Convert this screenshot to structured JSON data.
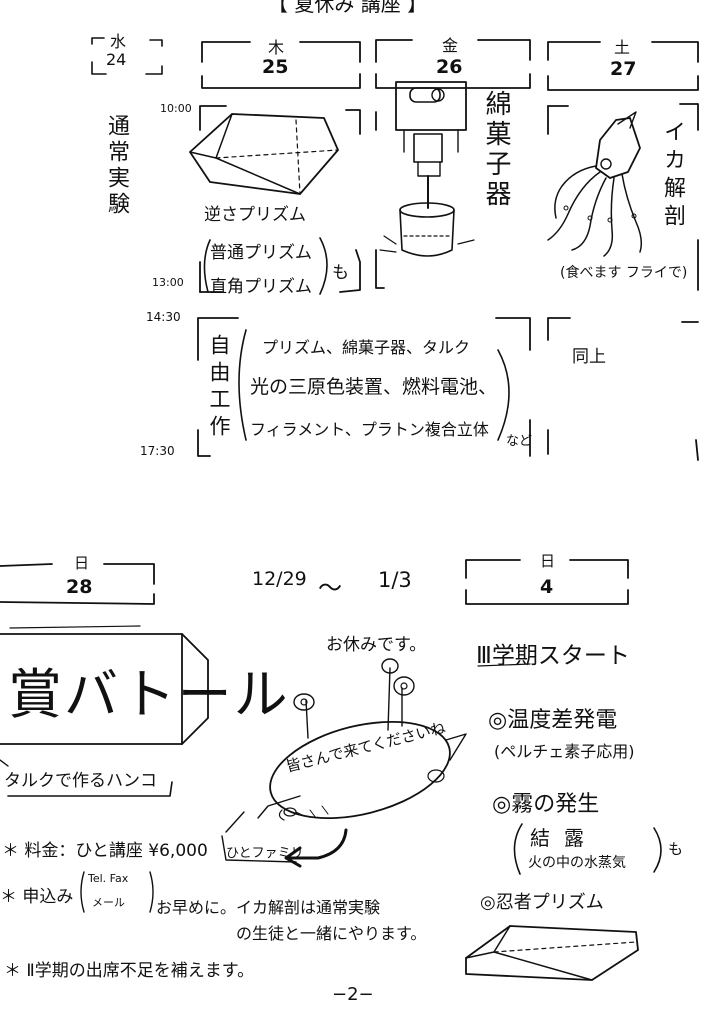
{
  "page": {
    "header_title": "【 夏休み 講座 】",
    "page_number": "−2−"
  },
  "week1": {
    "days": [
      {
        "weekday": "水",
        "date": "24"
      },
      {
        "weekday": "木",
        "date": "25"
      },
      {
        "weekday": "金",
        "date": "26"
      },
      {
        "weekday": "土",
        "date": "27"
      }
    ],
    "times": {
      "t1000": "10:00",
      "t1300": "13:00",
      "t1430": "14:30",
      "t1730": "17:30"
    },
    "regular_label": "通常実験",
    "thu": {
      "item1": "逆さプリズム",
      "item2": "普通プリズム",
      "item3": "直角プリズム",
      "suffix": "も"
    },
    "fri": {
      "title": "綿菓子器"
    },
    "sat": {
      "title": "イカ解剖",
      "note": "(食べます フライで)"
    },
    "free": {
      "label": "自由工作",
      "line1": "プリズム、綿菓子器、タルク",
      "line2": "光の三原色装置、燃料電池、",
      "line3": "フィラメント、プラトン複合立体",
      "etc": "など"
    },
    "sat_pm": "同上"
  },
  "week2": {
    "sun28": {
      "weekday": "日",
      "date": "28"
    },
    "holiday_range": {
      "start": "12/29",
      "tilde": "〜",
      "end": "1/3"
    },
    "sun4": {
      "weekday": "日",
      "date": "4"
    },
    "stamp_text": "賞バトール",
    "stamp_caption": "タルクで作るハンコ",
    "holiday_note": "お休みです。",
    "bubble_text": "皆さんで来てくださいね",
    "family_tag": "ひとファミリ",
    "term3": {
      "heading": "Ⅲ学期スタート",
      "item1": "◎温度差発電",
      "item1_sub": "(ペルチェ素子応用)",
      "item2": "◎霧の発生",
      "item2_sub1": "結露",
      "item2_sub2": "火の中の水蒸気",
      "item2_suffix": "も",
      "item3": "◎忍者プリズム"
    }
  },
  "footer": {
    "fee": "＊ 料金：ひと講座 ¥6,000",
    "apply_prefix": "＊ 申込み",
    "apply_tel": "Tel. Fax",
    "apply_mail": "メール",
    "apply_text": "お早めに。イカ解剖は通常実験",
    "apply_text2": "の生徒と一緒にやります。",
    "note3": "＊ Ⅱ学期の出席不足を補えます。"
  }
}
